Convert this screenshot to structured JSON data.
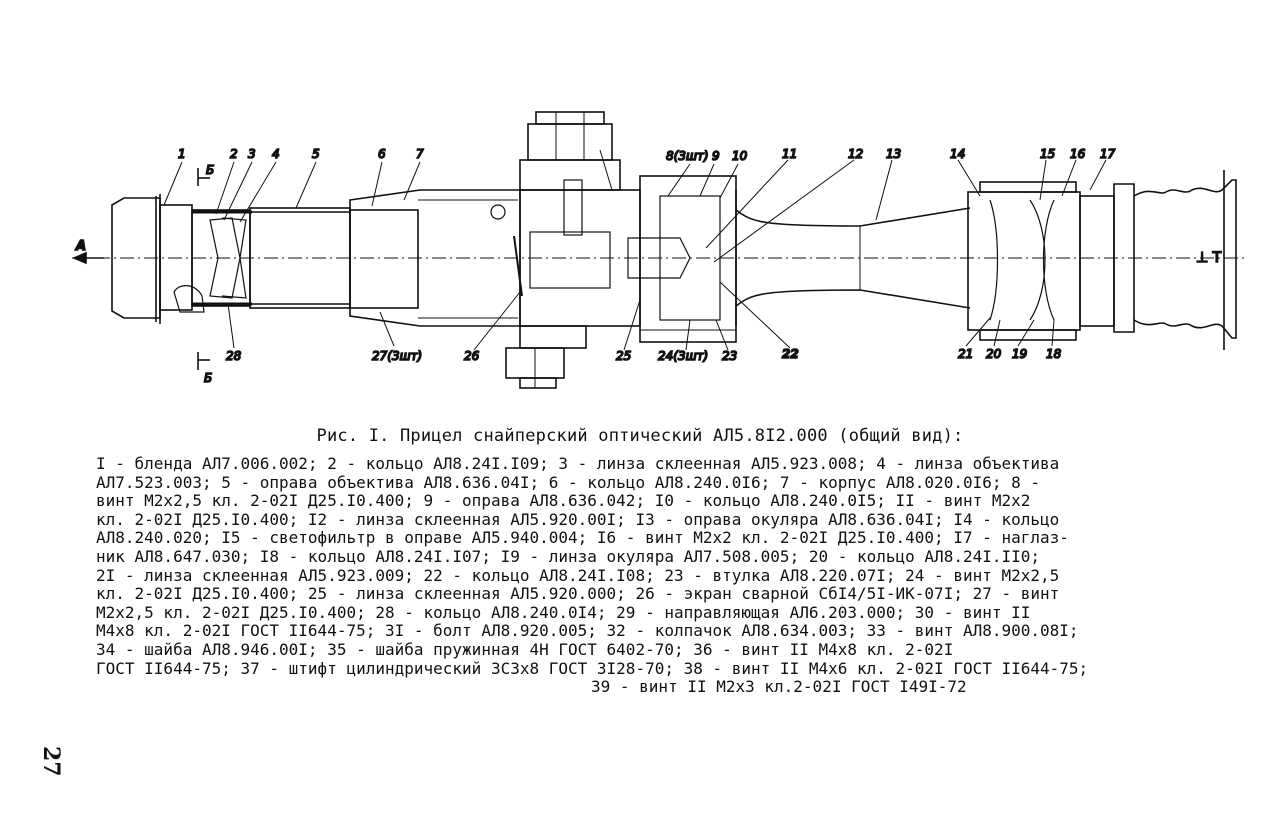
{
  "figure": {
    "caption": "Рис. I. Прицел снайперский оптический АЛ5.8I2.000 (общий вид):",
    "direction_label": "А",
    "section_mark_top": "Б",
    "section_mark_bottom": "Б",
    "reticle_label": "⊥ T",
    "callouts": [
      "1",
      "2",
      "3",
      "4",
      "5",
      "6",
      "7",
      "8(3шт)",
      "9",
      "10",
      "11",
      "12",
      "13",
      "14",
      "15",
      "16",
      "17",
      "18",
      "19",
      "20",
      "21",
      "22",
      "23",
      "24(3шт)",
      "25",
      "26",
      "27(3шт)",
      "28"
    ]
  },
  "legend": {
    "lines": [
      "I - бленда АЛ7.006.002; 2 - кольцо АЛ8.24I.I09; 3 - линза склеенная АЛ5.923.008; 4 - линза объектива",
      "АЛ7.523.003; 5 - оправа объектива АЛ8.636.04I; 6 - кольцо АЛ8.240.0I6; 7 - корпус АЛ8.020.0I6; 8 -",
      "винт М2х2,5 кл. 2-02I Д25.I0.400; 9 - оправа АЛ8.636.042; I0 - кольцо АЛ8.240.0I5; II - винт М2х2",
      "кл. 2-02I Д25.I0.400; I2 - линза склеенная АЛ5.920.00I; I3 - оправа окуляра АЛ8.636.04I; I4 - кольцо",
      "АЛ8.240.020; I5 - светофильтр в оправе АЛ5.940.004; I6 - винт М2х2 кл. 2-02I Д25.I0.400; I7 - наглаз-",
      "ник АЛ8.647.030; I8 - кольцо АЛ8.24I.I07; I9 - линза окуляра АЛ7.508.005; 20 - кольцо АЛ8.24I.II0;",
      "2I - линза склеенная АЛ5.923.009; 22 - кольцо АЛ8.24I.I08; 23 - втулка АЛ8.220.07I; 24 - винт М2х2,5",
      "кл. 2-02I Д25.I0.400; 25 - линза склеенная АЛ5.920.000; 26 - экран сварной СбI4/5I-ИК-07I; 27 - винт",
      "М2х2,5 кл. 2-02I Д25.I0.400; 28 - кольцо АЛ8.240.0I4; 29 - направляющая АЛ6.203.000; 30 - винт II",
      "М4х8 кл. 2-02I ГОСТ II644-75; 3I - болт АЛ8.920.005; 32 - колпачок АЛ8.634.003; 33 - винт АЛ8.900.08I;",
      "34 - шайба АЛ8.946.00I; 35 - шайба пружинная 4Н ГОСТ 6402-70; 36 - винт II М4х8 кл. 2-02I",
      "ГОСТ II644-75; 37 - штифт цилиндрический 3С3х8 ГОСТ 3I28-70; 38 - винт II М4х6 кл. 2-02I ГОСТ II644-75;",
      "39 - винт II М2х3 кл.2-02I ГОСТ I49I-72"
    ]
  },
  "page_number": "27"
}
